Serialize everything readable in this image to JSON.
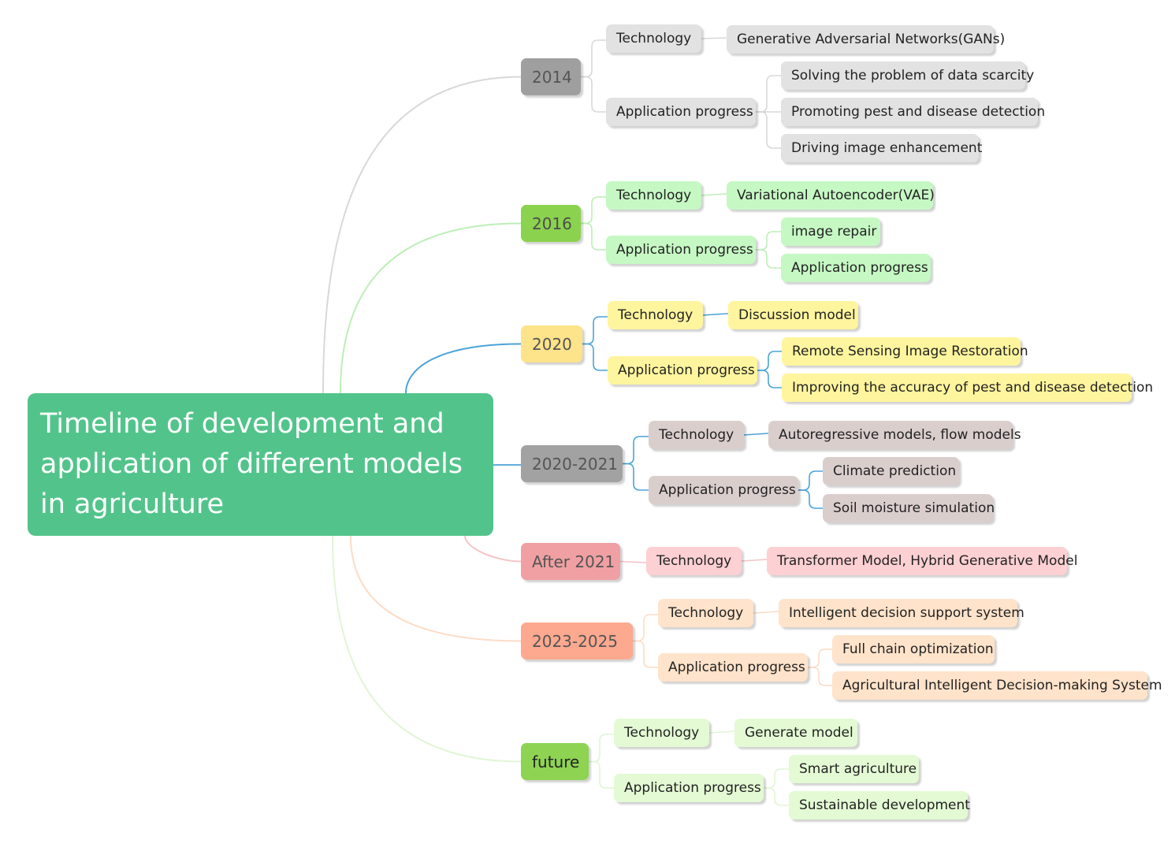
{
  "title": "Timeline of development and application of different models in agriculture",
  "colors": {
    "root": "#52c48b",
    "gray": "#e2e2e2",
    "green": "#bff7bf",
    "yellow": "#fff39a",
    "taupe": "#d9cdcc",
    "pink": "#fcd0d2",
    "peach": "#fee2c8",
    "lightgreen": "#e1fad2"
  },
  "branches": [
    {
      "year": "2014",
      "year_color": "#9f9f9f",
      "year_text": "#555555",
      "box": "#e2e2e2",
      "line": "#d8d8d8",
      "technology": {
        "label": "Technology",
        "items": [
          "Generative Adversarial Networks(GANs)"
        ]
      },
      "application": {
        "label": "Application progress",
        "items": [
          "Solving the problem of data scarcity",
          "Promoting pest and disease detection",
          "Driving image enhancement"
        ]
      }
    },
    {
      "year": "2016",
      "year_color": "#8bd24f",
      "year_text": "#4d4d4d",
      "box": "#c6f8c4",
      "line": "#bdeeb7",
      "technology": {
        "label": "Technology",
        "items": [
          "Variational Autoencoder(VAE)"
        ]
      },
      "application": {
        "label": "Application progress",
        "items": [
          "image repair",
          "Application progress"
        ]
      }
    },
    {
      "year": "2020",
      "year_color": "#fde38a",
      "year_text": "#555555",
      "box": "#fff59e",
      "line": "#4ba3d8",
      "technology": {
        "label": "Technology",
        "items": [
          "Discussion model"
        ]
      },
      "application": {
        "label": "Application progress",
        "items": [
          "Remote Sensing Image Restoration",
          "Improving the accuracy of pest and disease detection"
        ]
      }
    },
    {
      "year": "2020-2021",
      "year_color": "#a2a2a2",
      "year_text": "#555555",
      "box": "#dacecd",
      "line": "#4ba3d8",
      "technology": {
        "label": "Technology",
        "items": [
          "Autoregressive models, flow models"
        ]
      },
      "application": {
        "label": "Application progress",
        "items": [
          "Climate prediction",
          "Soil moisture simulation"
        ]
      }
    },
    {
      "year": "After 2021",
      "year_color": "#f0a0a3",
      "year_text": "#555555",
      "box": "#fdd0d3",
      "line": "#f5c3c6",
      "technology": {
        "label": "Technology",
        "items": [
          "Transformer Model, Hybrid Generative Model"
        ]
      }
    },
    {
      "year": "2023-2025",
      "year_color": "#fca98f",
      "year_text": "#555555",
      "box": "#ffe3ca",
      "line": "#fbdcc6",
      "technology": {
        "label": "Technology",
        "items": [
          "Intelligent decision support system"
        ]
      },
      "application": {
        "label": "Application progress",
        "items": [
          "Full chain optimization",
          "Agricultural Intelligent Decision-making System"
        ]
      }
    },
    {
      "year": "future",
      "year_color": "#8ed352",
      "year_text": "#222222",
      "box": "#e3fad4",
      "line": "#e1f5d6",
      "technology": {
        "label": "Technology",
        "items": [
          "Generate model"
        ]
      },
      "application": {
        "label": "Application progress",
        "items": [
          "Smart agriculture",
          "Sustainable development"
        ]
      }
    }
  ]
}
